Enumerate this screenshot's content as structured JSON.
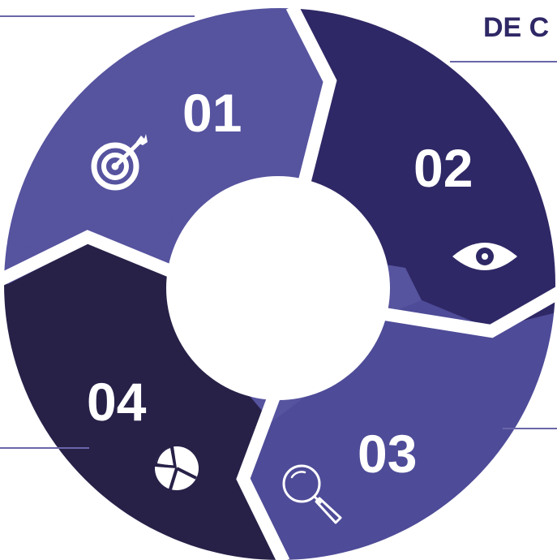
{
  "heading": {
    "text": "DE C"
  },
  "colors": {
    "segment_01": "#56539f",
    "segment_02": "#2f2866",
    "segment_03": "#4e4b98",
    "segment_04": "#272148",
    "center": "#ffffff",
    "gap": "#ffffff",
    "leader_line": "#6a66a9",
    "heading": "#2f2866"
  },
  "segments": [
    {
      "number": "01",
      "icon": "target-icon"
    },
    {
      "number": "02",
      "icon": "eye-icon"
    },
    {
      "number": "03",
      "icon": "magnifier-icon"
    },
    {
      "number": "04",
      "icon": "pie-chart-icon"
    }
  ]
}
